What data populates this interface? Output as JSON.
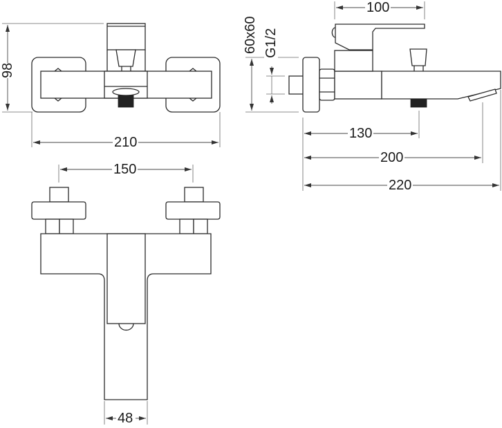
{
  "drawing": {
    "subject": "wall-mounted bath mixer",
    "views": {
      "top_view": {
        "dimensions": {
          "width": "210",
          "height": "98"
        }
      },
      "side_view": {
        "dimensions": {
          "handle_length": "100",
          "outlet_position": "130",
          "spout_outlet": "200",
          "total_depth": "220"
        },
        "annotations": {
          "flange": "60x60",
          "thread": "G1/2"
        }
      },
      "front_view": {
        "dimensions": {
          "inlet_spacing": "150",
          "spout_width": "48"
        }
      }
    }
  }
}
